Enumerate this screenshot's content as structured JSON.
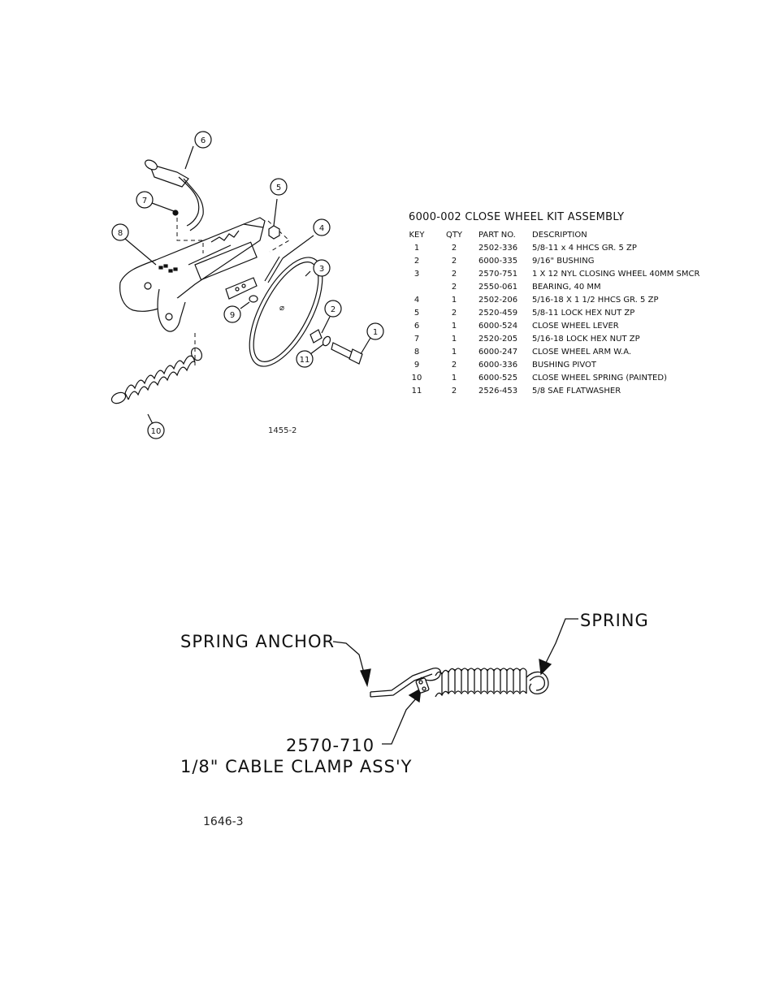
{
  "top_figure": {
    "callouts": [
      "1",
      "2",
      "3",
      "4",
      "5",
      "6",
      "7",
      "8",
      "9",
      "10",
      "11"
    ],
    "drawing_number": "1455-2"
  },
  "parts_table": {
    "title": "6000-002   CLOSE WHEEL KIT ASSEMBLY",
    "headers": {
      "key": "KEY",
      "qty": "QTY",
      "part_no": "PART NO.",
      "description": "DESCRIPTION"
    },
    "rows": [
      {
        "key": "1",
        "qty": "2",
        "part_no": "2502-336",
        "description": "5/8-11 x 4 HHCS GR. 5 ZP"
      },
      {
        "key": "2",
        "qty": "2",
        "part_no": "6000-335",
        "description": "9/16\" BUSHING"
      },
      {
        "key": "3",
        "qty": "2",
        "part_no": "2570-751",
        "description": "1 X 12 NYL CLOSING WHEEL 40MM SMCR"
      },
      {
        "key": "",
        "qty": "2",
        "part_no": "2550-061",
        "description": "BEARING, 40 MM"
      },
      {
        "key": "4",
        "qty": "1",
        "part_no": "2502-206",
        "description": "5/16-18 X 1 1/2 HHCS GR. 5 ZP"
      },
      {
        "key": "5",
        "qty": "2",
        "part_no": "2520-459",
        "description": "5/8-11 LOCK HEX NUT ZP"
      },
      {
        "key": "6",
        "qty": "1",
        "part_no": "6000-524",
        "description": "CLOSE WHEEL LEVER"
      },
      {
        "key": "7",
        "qty": "1",
        "part_no": "2520-205",
        "description": "5/16-18 LOCK HEX NUT ZP"
      },
      {
        "key": "8",
        "qty": "1",
        "part_no": "6000-247",
        "description": "CLOSE WHEEL ARM W.A."
      },
      {
        "key": "9",
        "qty": "2",
        "part_no": "6000-336",
        "description": "BUSHING PIVOT"
      },
      {
        "key": "10",
        "qty": "1",
        "part_no": "6000-525",
        "description": "CLOSE WHEEL SPRING (PAINTED)"
      },
      {
        "key": "11",
        "qty": "2",
        "part_no": "2526-453",
        "description": "5/8 SAE FLATWASHER"
      }
    ]
  },
  "bottom_figure": {
    "label_spring_anchor": "SPRING ANCHOR",
    "label_spring": "SPRING",
    "label_clamp_part": "2570-710",
    "label_clamp_desc": "1/8\" CABLE CLAMP ASS'Y",
    "drawing_number": "1646-3"
  }
}
